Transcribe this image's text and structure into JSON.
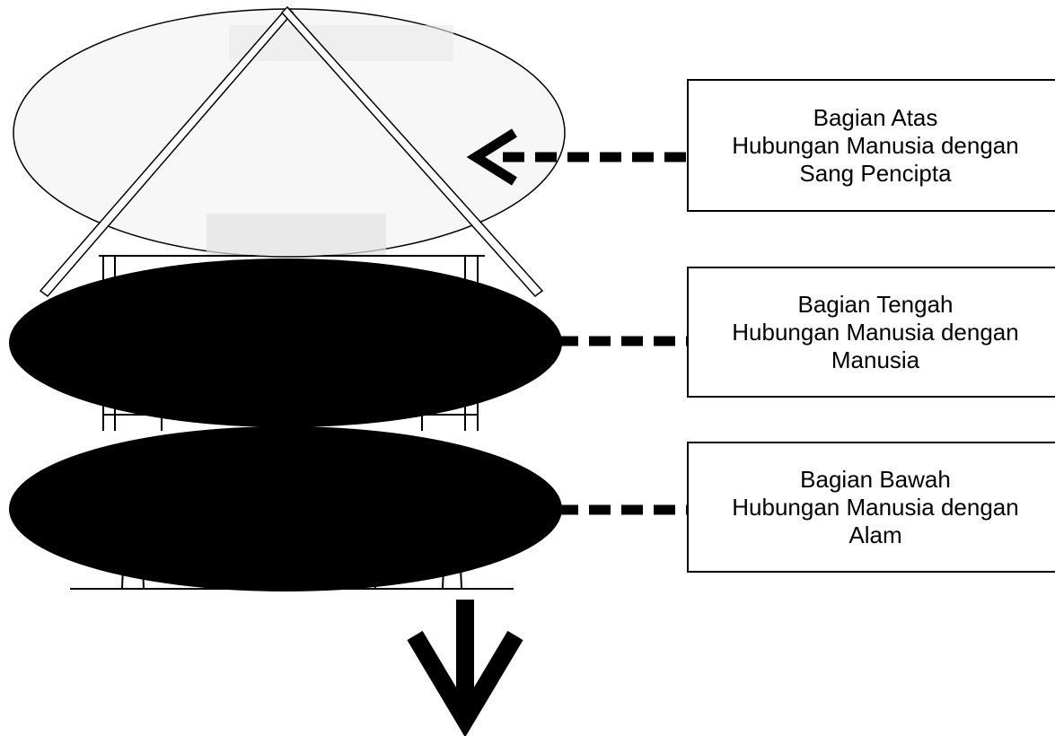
{
  "colors": {
    "ink": "#000000",
    "paper": "#ffffff",
    "roof_fill": "#f3f3f3"
  },
  "layers": [
    {
      "id": "top",
      "title": "Bagian Atas",
      "line1": "Hubungan Manusia dengan",
      "line2": "Sang Pencipta",
      "shape": "transparent-ellipse-roof",
      "arrowhead": true
    },
    {
      "id": "middle",
      "title": "Bagian Tengah",
      "line1": "Hubungan Manusia dengan",
      "line2": "Manusia",
      "shape": "solid-ellipse",
      "arrowhead": false
    },
    {
      "id": "bottom",
      "title": "Bagian Bawah",
      "line1": "Hubungan Manusia dengan",
      "line2": "Alam",
      "shape": "solid-ellipse",
      "arrowhead": false
    }
  ],
  "down_arrow_icon": "arrow-down-icon"
}
